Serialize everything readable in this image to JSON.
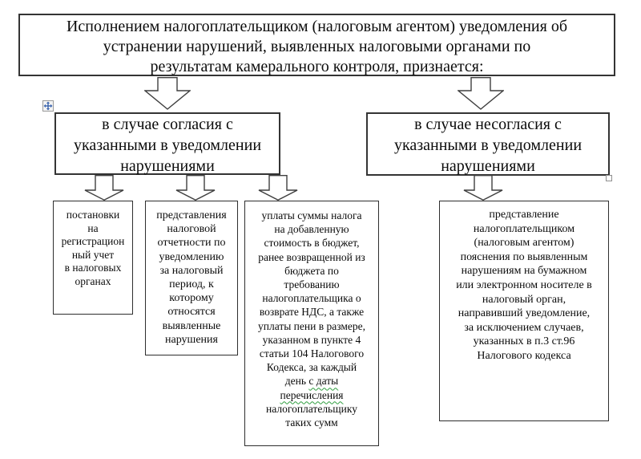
{
  "colors": {
    "bg": "#ffffff",
    "box_border": "#343434",
    "leaf_border": "#2e2e2e",
    "text": "#0b0b0b",
    "arrow_stroke": "#3f3f3f",
    "squiggle": "#2f9e3f",
    "handle_blue": "#3a64ad",
    "handle_gray": "#9a9a9a"
  },
  "icons": {
    "move_handle": "four-way-move-arrows",
    "resize_handle": "small-square-selection-handle",
    "connector": "down-block-arrow"
  },
  "diagram": {
    "top_box": {
      "text": "Исполнением налогоплательщиком (налоговым агентом)  уведомления об\nустранении нарушений, выявленных налоговыми органами по\nрезультатам камерального контроля, признается:"
    },
    "branch_agree": {
      "text": "в случае согласия с\nуказанными в уведомлении\nнарушениями"
    },
    "branch_disagree": {
      "text": "в случае несогласия с\nуказанными в уведомлении\nнарушениями"
    },
    "leaf_registration": {
      "text": "постановки\nна\nрегистрацион\nный учет\nв налоговых\nорганах"
    },
    "leaf_reporting": {
      "text": "представления\nналоговой\nотчетности по\nуведомлению\nза налоговый\nпериод, к\nкоторому\nотносятся\nвыявленные\nнарушения"
    },
    "leaf_vat": {
      "text_before": "уплаты суммы налога\nна добавленную\nстоимость в бюджет,\nранее возвращенной из\nбюджета по\nтребованию\nналогоплательщика о\nвозврате НДС, а также\nуплаты пени в размере,\nуказанном в пункте 4\nстатьи 104 Налогового\nКодекса, за каждый\nдень ",
      "text_misspelled": "с даты\nперечисления",
      "text_after": "\nналогоплательщику\nтаких сумм"
    },
    "leaf_explanation": {
      "text": "представление\nналогоплательщиком\n(налоговым агентом)\nпояснения по выявленным\nнарушениям на бумажном\nили электронном носителе в\nналоговый орган,\nнаправивший уведомление,\nза исключением случаев,\nуказанных в п.3 ст.96\nНалогового кодекса"
    }
  }
}
